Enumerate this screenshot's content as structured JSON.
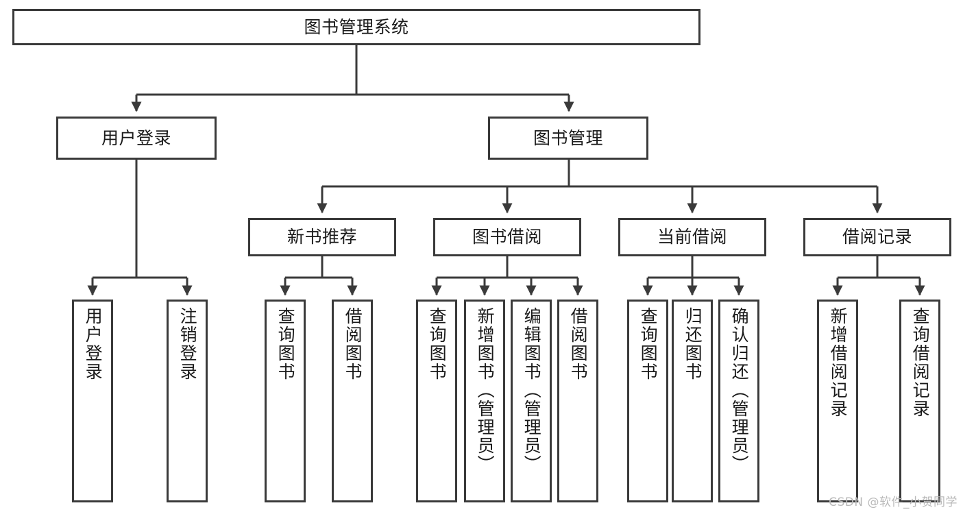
{
  "diagram": {
    "title": "图书管理系统",
    "type": "tree-hierarchy",
    "colors": {
      "border": "#3a3a3a",
      "background": "#ffffff",
      "text": "#1a1a1a",
      "watermark": "#b9b9b9"
    },
    "root": {
      "label": "图书管理系统"
    },
    "level2": [
      {
        "label": "用户登录"
      },
      {
        "label": "图书管理"
      }
    ],
    "level3": [
      {
        "label": "新书推荐"
      },
      {
        "label": "图书借阅"
      },
      {
        "label": "当前借阅"
      },
      {
        "label": "借阅记录"
      }
    ],
    "leaves": {
      "user_login": [
        {
          "label": "用户登录"
        },
        {
          "label": "注销登录"
        }
      ],
      "new_book": [
        {
          "label": "查询图书"
        },
        {
          "label": "借阅图书"
        }
      ],
      "book_borrow": [
        {
          "label": "查询图书"
        },
        {
          "label": "新增图书（管理员）"
        },
        {
          "label": "编辑图书（管理员）"
        },
        {
          "label": "借阅图书"
        }
      ],
      "current_borrow": [
        {
          "label": "查询图书"
        },
        {
          "label": "归还图书"
        },
        {
          "label": "确认归还（管理员）"
        }
      ],
      "borrow_record": [
        {
          "label": "新增借阅记录"
        },
        {
          "label": "查询借阅记录"
        }
      ]
    },
    "watermark": "CSDN @软件_小贺同学"
  }
}
